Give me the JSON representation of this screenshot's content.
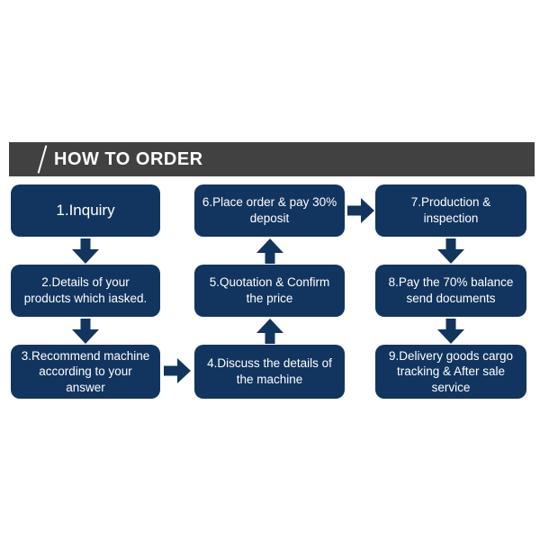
{
  "header": {
    "title": "HOW TO ORDER"
  },
  "colors": {
    "box_fill": "#12355f",
    "header_bar": "#414141",
    "text": "#ffffff",
    "background": "#ffffff"
  },
  "steps": [
    {
      "id": 1,
      "label": "1.Inquiry"
    },
    {
      "id": 2,
      "label": "2.Details of your\nproducts which iasked."
    },
    {
      "id": 3,
      "label": "3.Recommend machine\naccording to your answer"
    },
    {
      "id": 4,
      "label": "4.Discuss the details of\nthe machine"
    },
    {
      "id": 5,
      "label": "5.Quotation & Confirm\nthe price"
    },
    {
      "id": 6,
      "label": "6.Place order & pay 30%\ndeposit"
    },
    {
      "id": 7,
      "label": "7.Production & inspection"
    },
    {
      "id": 8,
      "label": "8.Pay the 70% balance\nsend documents"
    },
    {
      "id": 9,
      "label": "9.Delivery goods cargo\ntracking & After sale service"
    }
  ],
  "flow_arrows": [
    {
      "from": 1,
      "to": 2,
      "direction": "down"
    },
    {
      "from": 2,
      "to": 3,
      "direction": "down"
    },
    {
      "from": 3,
      "to": 4,
      "direction": "right"
    },
    {
      "from": 4,
      "to": 5,
      "direction": "up"
    },
    {
      "from": 5,
      "to": 6,
      "direction": "up"
    },
    {
      "from": 6,
      "to": 7,
      "direction": "right"
    },
    {
      "from": 7,
      "to": 8,
      "direction": "down"
    },
    {
      "from": 8,
      "to": 9,
      "direction": "down"
    }
  ]
}
